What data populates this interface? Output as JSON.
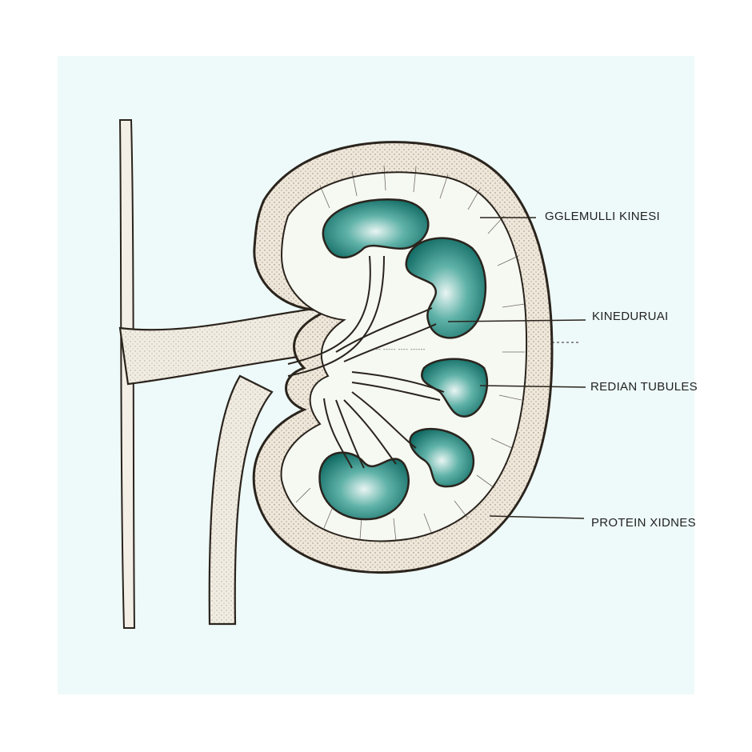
{
  "labels": [
    "GGLEMULLI KINESI",
    "KINEDURUAI",
    "REDIAN TUBULES",
    "PROTEIN XIDNES"
  ],
  "small_label": "-- ----- ----  ------",
  "colors": {
    "background": "#ffffff",
    "sheet": "#eef9f9",
    "ink": "#2a241d",
    "teal": "#1a7a72",
    "teal_light": "#8fcfc6",
    "cortex": "#efe8da"
  }
}
